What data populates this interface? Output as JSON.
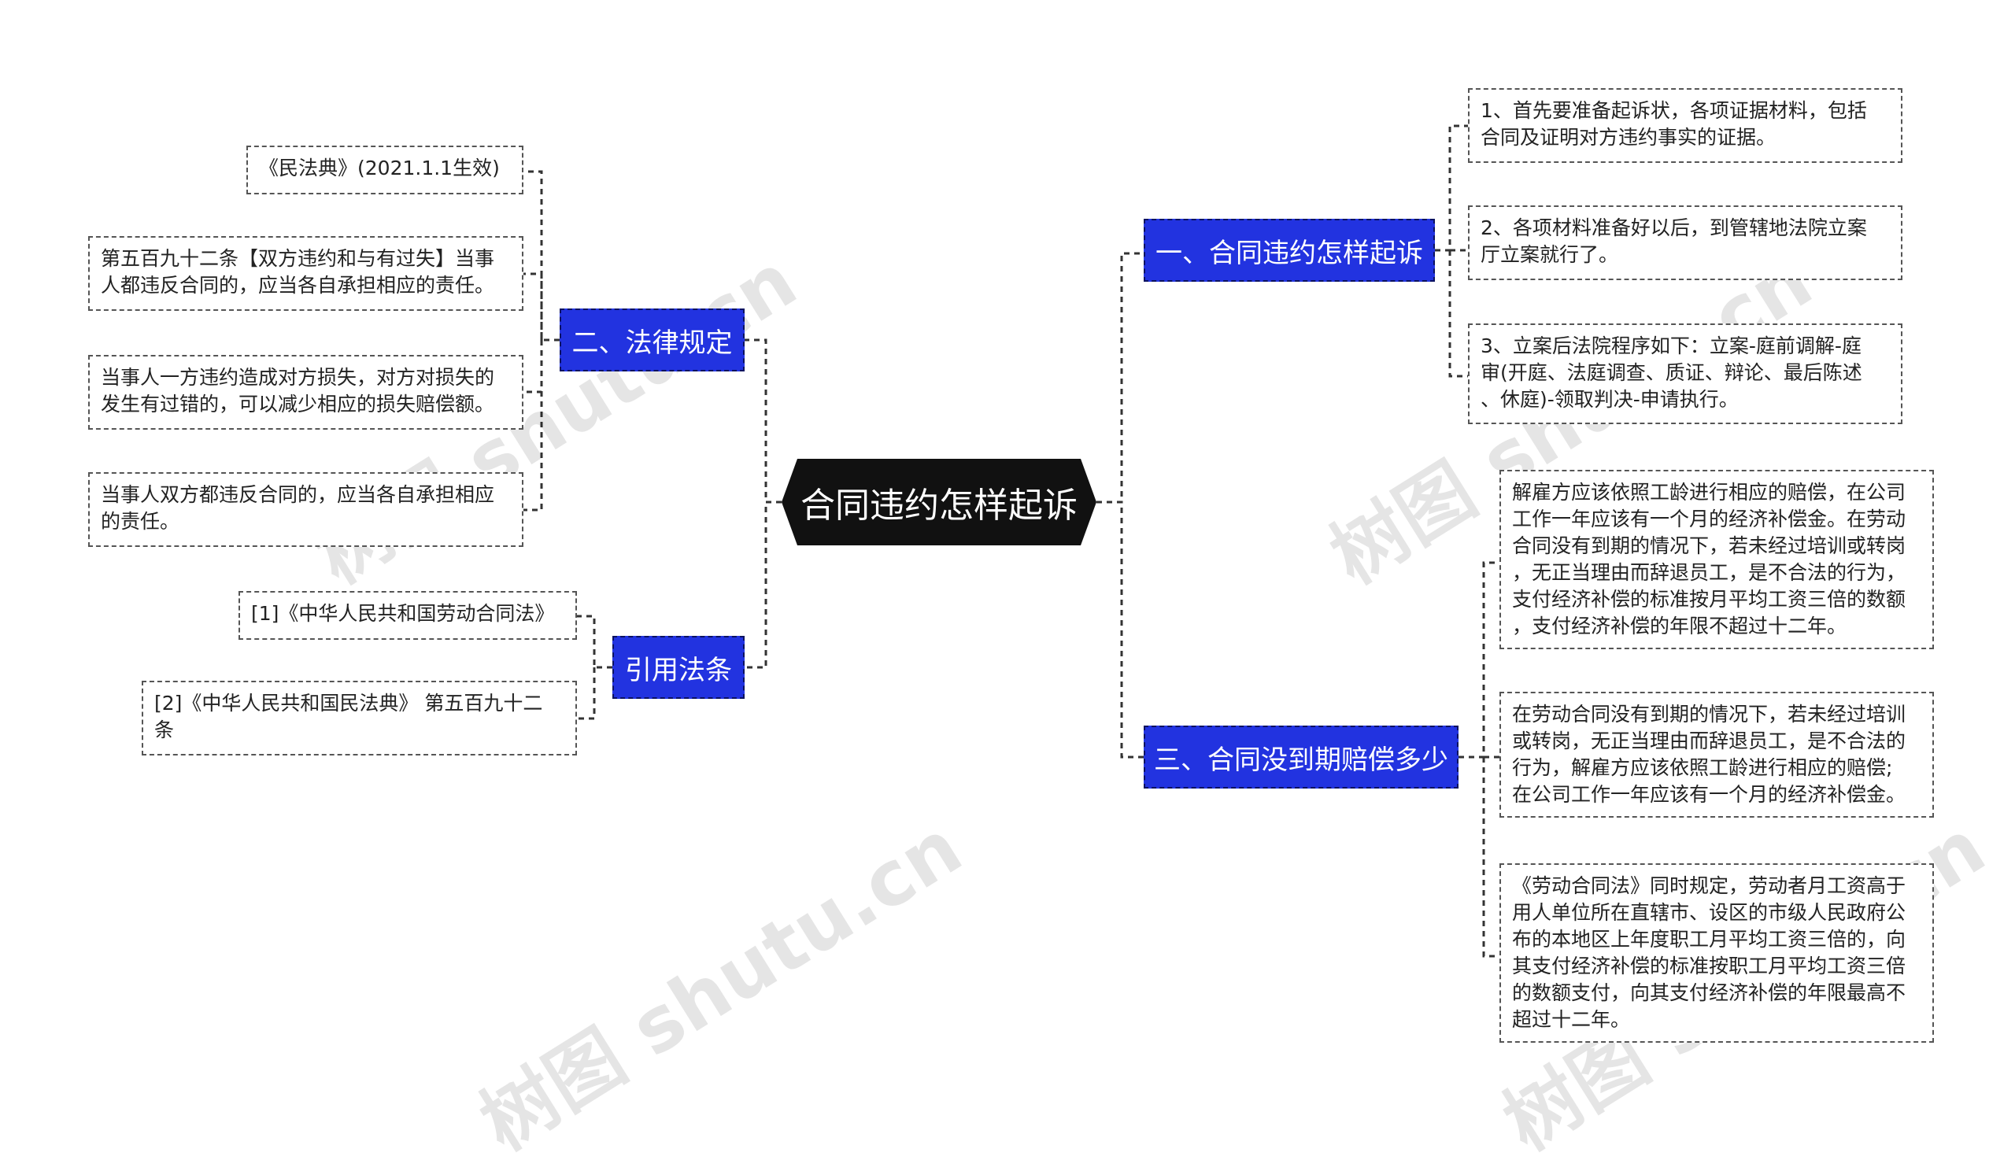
{
  "root": {
    "label": "合同违约怎样起诉"
  },
  "branches": {
    "b1": {
      "label": "一、合同违约怎样起诉"
    },
    "b2": {
      "label": "二、法律规定"
    },
    "b3": {
      "label": "三、合同没到期赔偿多少"
    },
    "b4": {
      "label": "引用法条"
    }
  },
  "leaves": {
    "b1": [
      "1、首先要准备起诉状，各项证据材料，包括\n合同及证明对方违约事实的证据。",
      "2、各项材料准备好以后，到管辖地法院立案\n厅立案就行了。",
      "3、立案后法院程序如下：立案-庭前调解-庭\n审(开庭、法庭调查、质证、辩论、最后陈述\n、休庭)-领取判决-申请执行。"
    ],
    "b2": [
      "《民法典》(2021.1.1生效)",
      "第五百九十二条【双方违约和与有过失】当事\n人都违反合同的，应当各自承担相应的责任。",
      "当事人一方违约造成对方损失，对方对损失的\n发生有过错的，可以减少相应的损失赔偿额。",
      "当事人双方都违反合同的，应当各自承担相应\n的责任。"
    ],
    "b3": [
      "解雇方应该依照工龄进行相应的赔偿，在公司\n工作一年应该有一个月的经济补偿金。在劳动\n合同没有到期的情况下，若未经过培训或转岗\n，无正当理由而辞退员工，是不合法的行为，\n支付经济补偿的标准按月平均工资三倍的数额\n，支付经济补偿的年限不超过十二年。",
      "在劳动合同没有到期的情况下，若未经过培训\n或转岗，无正当理由而辞退员工，是不合法的\n行为，解雇方应该依照工龄进行相应的赔偿;\n在公司工作一年应该有一个月的经济补偿金。",
      "《劳动合同法》同时规定，劳动者月工资高于\n用人单位所在直辖市、设区的市级人民政府公\n布的本地区上年度职工月平均工资三倍的，向\n其支付经济补偿的标准按职工月平均工资三倍\n的数额支付，向其支付经济补偿的年限最高不\n超过十二年。"
    ],
    "b4": [
      "[1]《中华人民共和国劳动合同法》",
      "[2]《中华人民共和国民法典》 第五百九十二\n条"
    ]
  },
  "watermark": "树图 shutu.cn"
}
